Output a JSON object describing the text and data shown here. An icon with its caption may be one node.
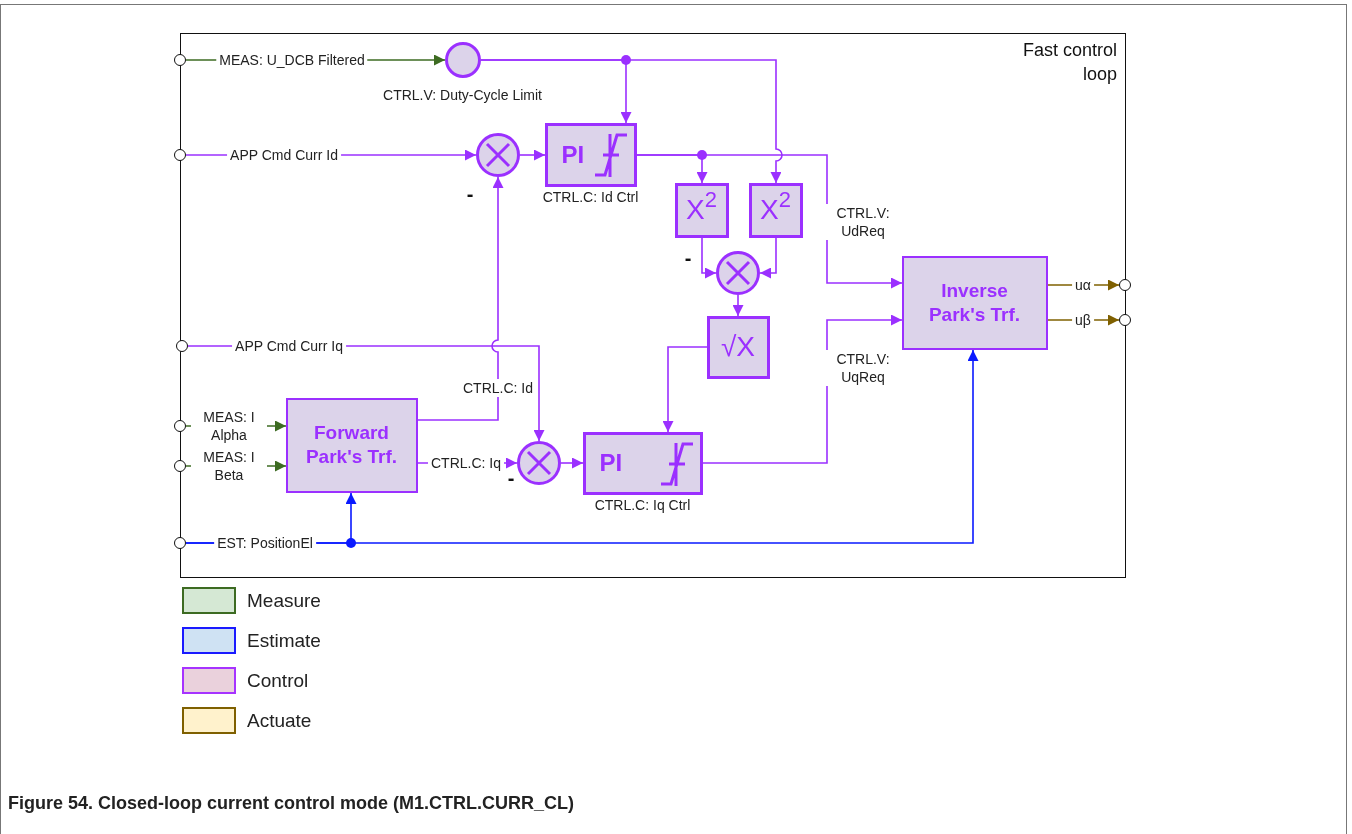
{
  "diagram": {
    "caption": "Figure 54.  Closed-loop current control mode (M1.CTRL.CURR_CL)",
    "nodes": [
      {
        "text": [
          "Fast control loop"
        ]
      },
      {
        "text": [],
        "shape": "circle"
      },
      {
        "text": [],
        "shape": "circle"
      },
      {
        "text": [],
        "shape": "circle"
      },
      {
        "text": [],
        "shape": "circle"
      },
      {
        "text": [],
        "shape": "circle"
      },
      {
        "text": [],
        "shape": "circle"
      },
      {
        "text": [],
        "shape": "circle",
        "beside": [
          "CTRL.V: Duty-Cycle Limit"
        ],
        "in": 0
      },
      {
        "text": [],
        "shape": "circle",
        "in": 0
      },
      {
        "text": [
          "PI"
        ],
        "beside": [
          "CTRL.C: Id Ctrl"
        ],
        "in": 0
      },
      {
        "text": [
          "X$^{2}$"
        ],
        "in": 0
      },
      {
        "text": [
          "X$^{2}$"
        ],
        "in": 0
      },
      {
        "text": [],
        "shape": "circle",
        "in": 0
      },
      {
        "text": [
          "√X"
        ],
        "in": 0
      },
      {
        "text": [
          "Inverse Park's Trf."
        ],
        "in": 0
      },
      {
        "text": [
          "Forward Park's Trf."
        ],
        "in": 0
      },
      {
        "text": [],
        "shape": "circle",
        "in": 0
      },
      {
        "text": [
          "PI"
        ],
        "beside": [
          "CTRL.C: Iq Ctrl"
        ],
        "in": 0
      },
      {
        "text": [],
        "shape": "circle"
      },
      {
        "text": [],
        "shape": "circle"
      }
    ],
    "edges": [
      {
        "from": 1,
        "to": 7,
        "arrow": "to",
        "label": "MEAS: U_DCB Filtered",
        "color": "#3d6b22"
      },
      {
        "from": 7,
        "to": 9,
        "arrow": "to"
      },
      {
        "from": 7,
        "to": 11,
        "arrow": "to"
      },
      {
        "from": 2,
        "to": 8,
        "arrow": "to",
        "label": "APP Cmd Curr Id"
      },
      {
        "from": 8,
        "to": 9,
        "arrow": "to"
      },
      {
        "from": 9,
        "to": 10,
        "arrow": "to"
      },
      {
        "from": 9,
        "to": 14,
        "arrow": "to",
        "label": "CTRL.V: UdReq"
      },
      {
        "from": 10,
        "to": 12,
        "arrow": "to"
      },
      {
        "from": 11,
        "to": 12,
        "arrow": "to"
      },
      {
        "from": 12,
        "to": 13,
        "arrow": "to"
      },
      {
        "from": 13,
        "to": 17,
        "arrow": "to"
      },
      {
        "from": 3,
        "to": 16,
        "arrow": "to",
        "label": "APP Cmd Curr Iq"
      },
      {
        "from": 15,
        "to": 8,
        "arrow": "to",
        "label": "CTRL.C: Id"
      },
      {
        "from": 15,
        "to": 16,
        "arrow": "to",
        "label": "CTRL.C: Iq"
      },
      {
        "from": 16,
        "to": 17,
        "arrow": "to"
      },
      {
        "from": 17,
        "to": 14,
        "arrow": "to",
        "label": "CTRL.V: UqReq"
      },
      {
        "from": 4,
        "to": 15,
        "arrow": "to",
        "label": "MEAS: I Alpha",
        "color": "#3d6b22"
      },
      {
        "from": 5,
        "to": 15,
        "arrow": "to",
        "label": "MEAS: I Beta",
        "color": "#3d6b22"
      },
      {
        "from": 6,
        "to": 15,
        "arrow": "to",
        "label": "EST: PositionEl",
        "color": "#0a1aff"
      },
      {
        "from": 6,
        "to": 14,
        "arrow": "to",
        "color": "#0a1aff"
      },
      {
        "from": 14,
        "to": 18,
        "arrow": "to",
        "label": "uα",
        "color": "#7f6000"
      },
      {
        "from": 14,
        "to": 19,
        "arrow": "to",
        "label": "uβ",
        "color": "#7f6000"
      }
    ],
    "labels": [
      "-",
      "-",
      "-"
    ],
    "legend": [
      {
        "text": "Measure",
        "color": "#d5e8d4"
      },
      {
        "text": "Estimate",
        "color": "#cfe2f3"
      },
      {
        "text": "Control",
        "color": "#ead1dc"
      },
      {
        "text": "Actuate",
        "color": "#fff2cc"
      }
    ]
  }
}
